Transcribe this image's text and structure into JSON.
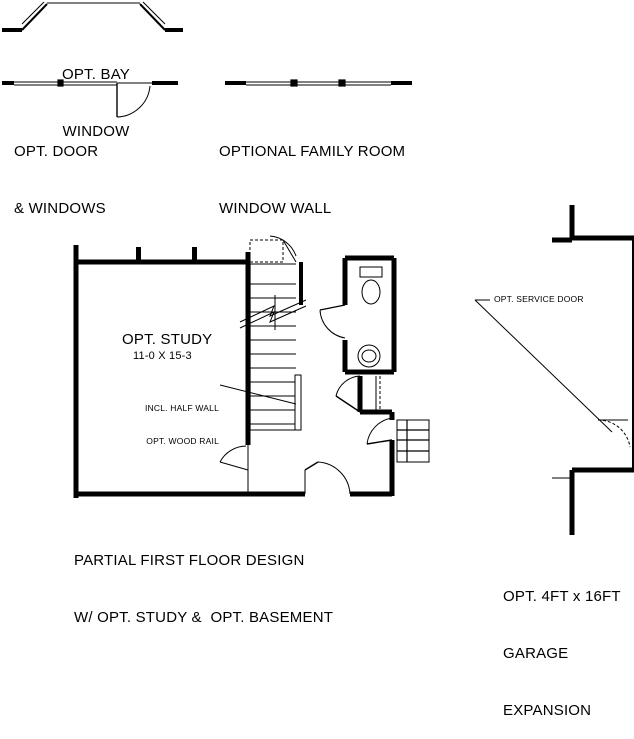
{
  "legend": {
    "bay_window": [
      "OPT. BAY",
      "WINDOW"
    ],
    "door_windows": [
      "OPT. DOOR",
      "& WINDOWS"
    ],
    "family_room": [
      "OPTIONAL FAMILY ROOM",
      "WINDOW WALL"
    ]
  },
  "plan": {
    "study_title": "OPT. STUDY",
    "study_dims": "11-0 X 15-3",
    "half_wall": [
      "INCL. HALF WALL",
      "OPT. WOOD RAIL"
    ],
    "caption": [
      "PARTIAL FIRST FLOOR DESIGN",
      "W/ OPT. STUDY &  OPT. BASEMENT"
    ]
  },
  "garage": {
    "service_door": "OPT. SERVICE DOOR",
    "caption": [
      "OPT. 4FT x 16FT",
      "GARAGE",
      "EXPANSION"
    ]
  },
  "colors": {
    "ink": "#000000",
    "paper": "#ffffff"
  }
}
